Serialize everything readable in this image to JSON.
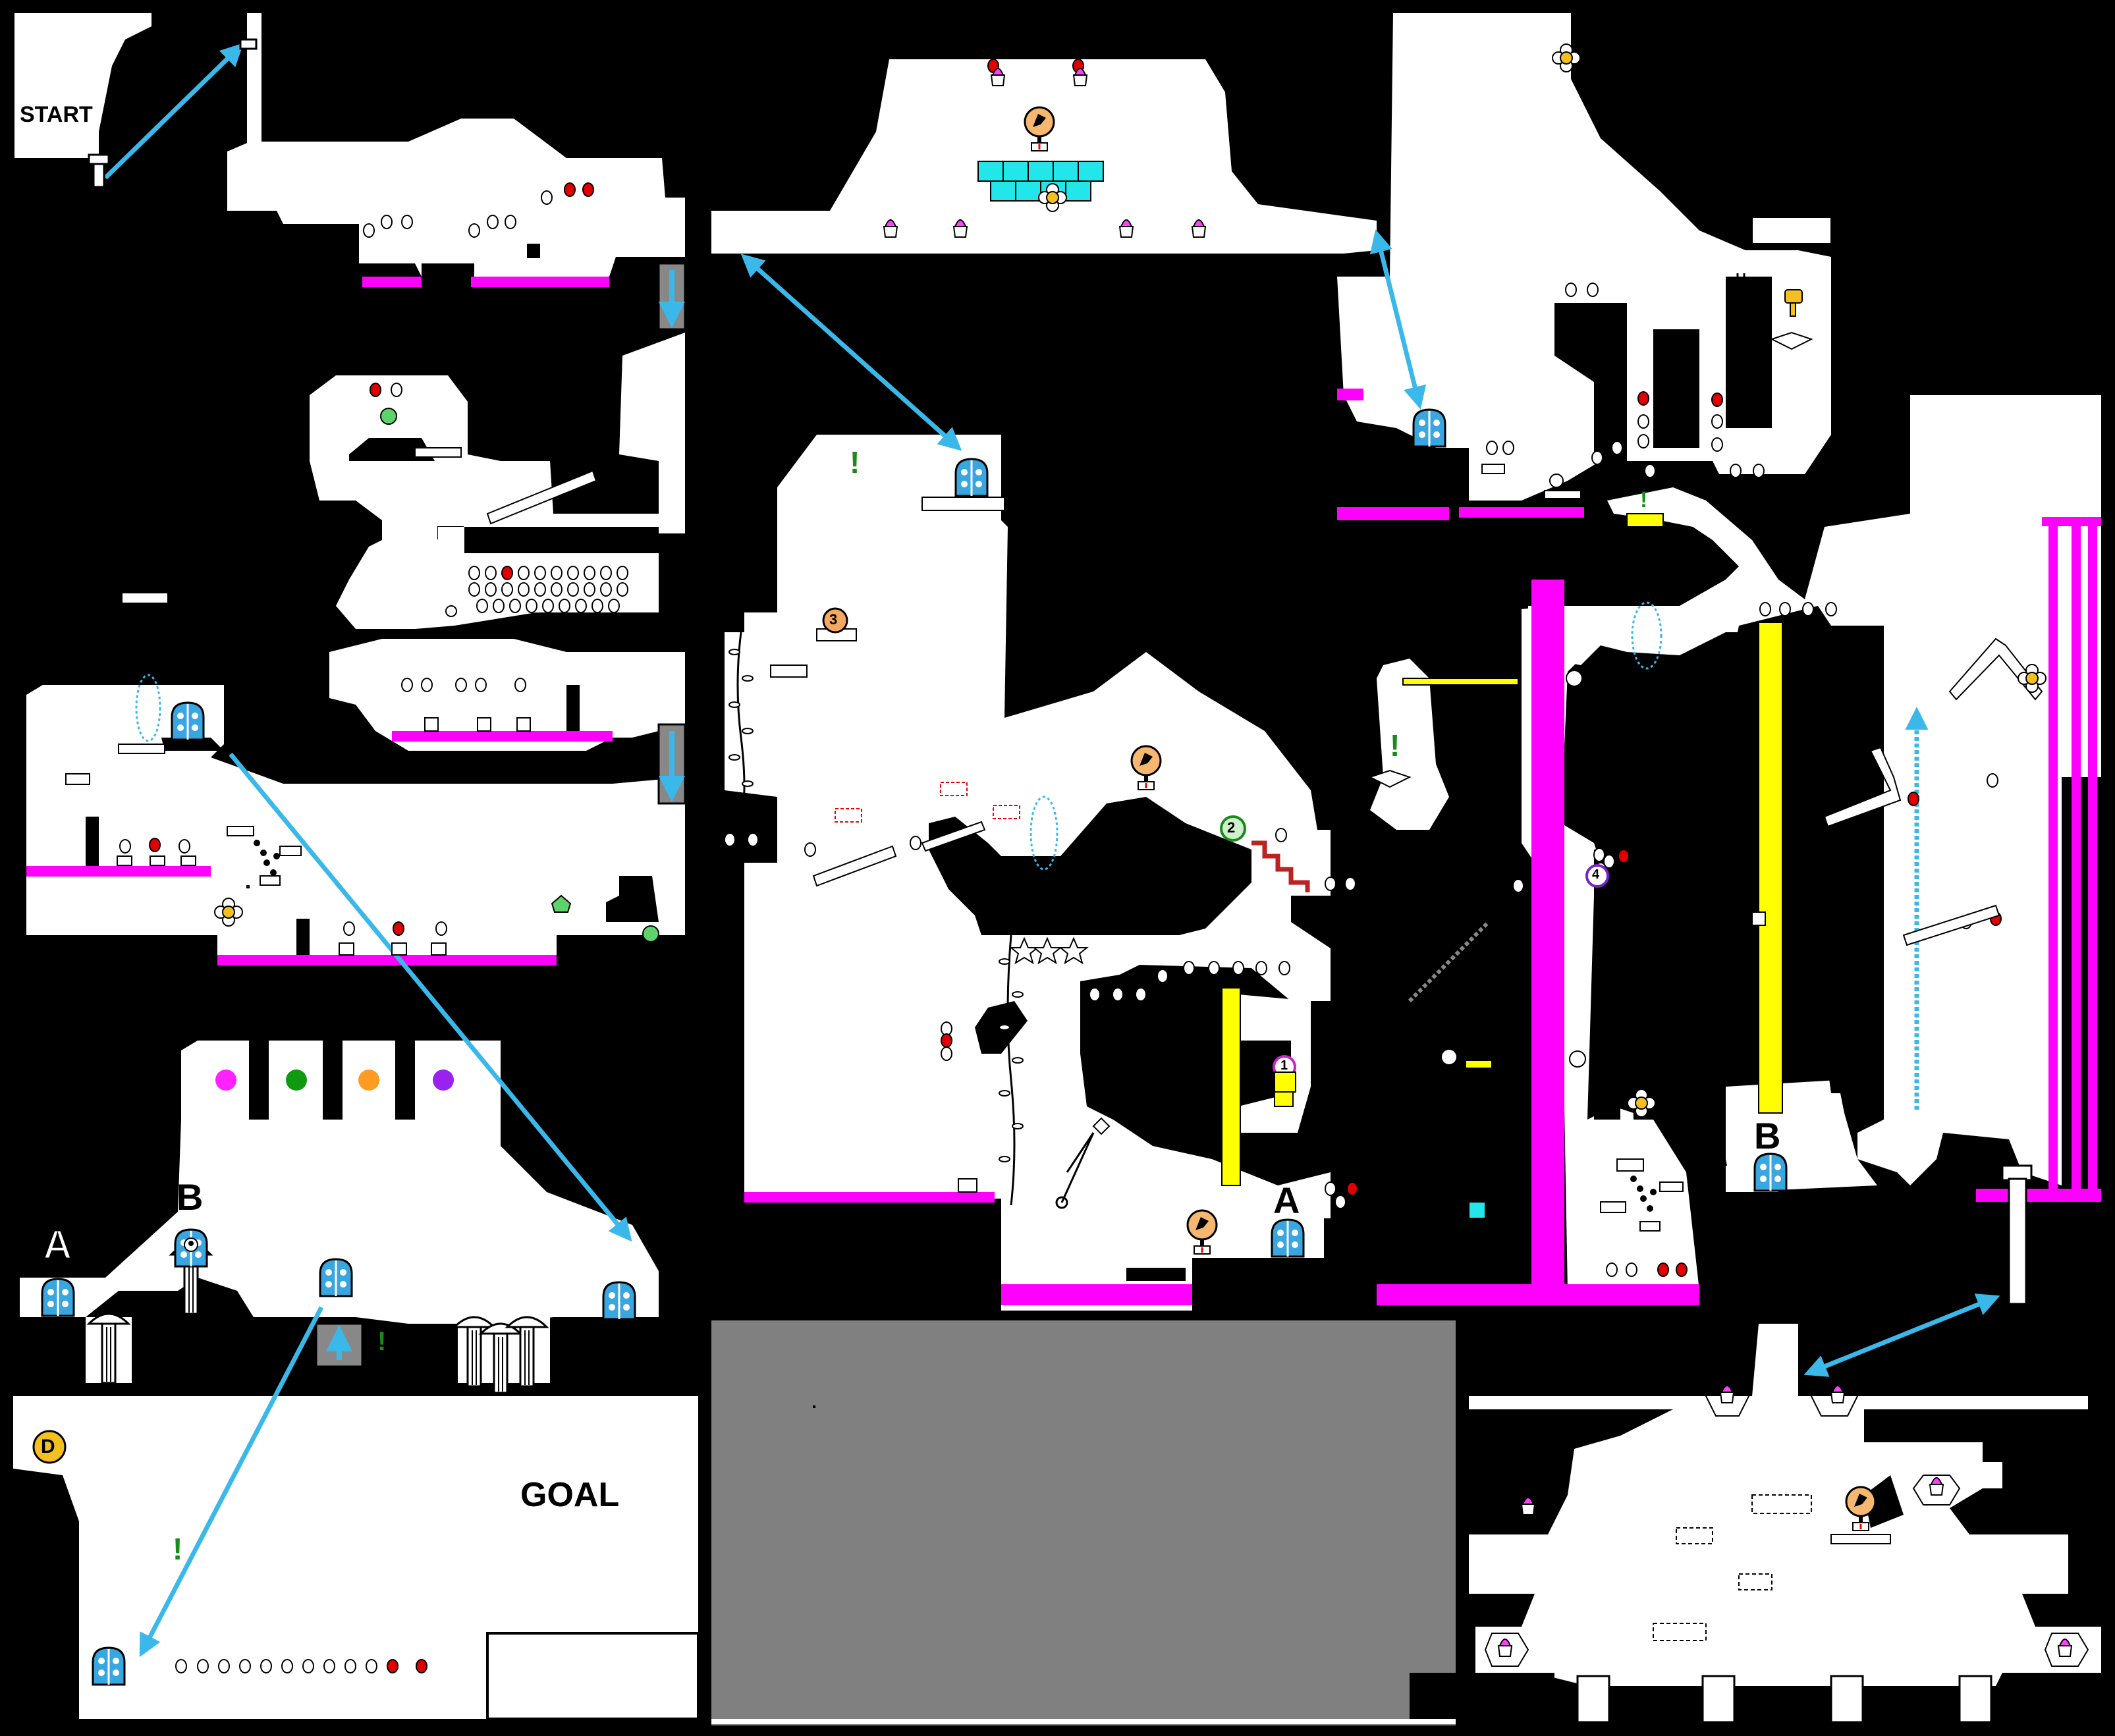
{
  "labels": {
    "start": "START",
    "goal": "GOAL",
    "warp_a": "A",
    "warp_b": "B",
    "door_a": "A",
    "door_b": "B",
    "coin_d": "D"
  },
  "numbered_markers": [
    "1",
    "2",
    "3",
    "4"
  ],
  "exclamation": "!",
  "colors": {
    "background": "#000000",
    "room": "#ffffff",
    "pipe_magenta": "#ff00ff",
    "pole_yellow": "#ffff00",
    "arrow_blue": "#3bb8ea",
    "door_blue": "#3aa6e0",
    "block_cyan": "#22e6ea",
    "unused_area": "#808080",
    "red_coin": "#e00000",
    "excl_green": "#1a8a1a"
  },
  "key_coins": [
    {
      "name": "magenta",
      "color": "#ff22ff"
    },
    {
      "name": "green",
      "color": "#119911"
    },
    {
      "name": "orange",
      "color": "#ff9a22"
    },
    {
      "name": "purple",
      "color": "#9922ee"
    }
  ],
  "icons": {
    "door": "door-icon",
    "lock_door": "locked-door-icon",
    "flower": "flower-icon",
    "pipe": "pipe-icon",
    "coin": "coin-icon",
    "red_coin": "red-coin-icon",
    "crow_sign": "crow-sign-icon",
    "warp_arrow": "warp-arrow-icon",
    "mushroom": "mushroom-platform-icon",
    "key": "key-icon",
    "vine": "vine-icon"
  }
}
